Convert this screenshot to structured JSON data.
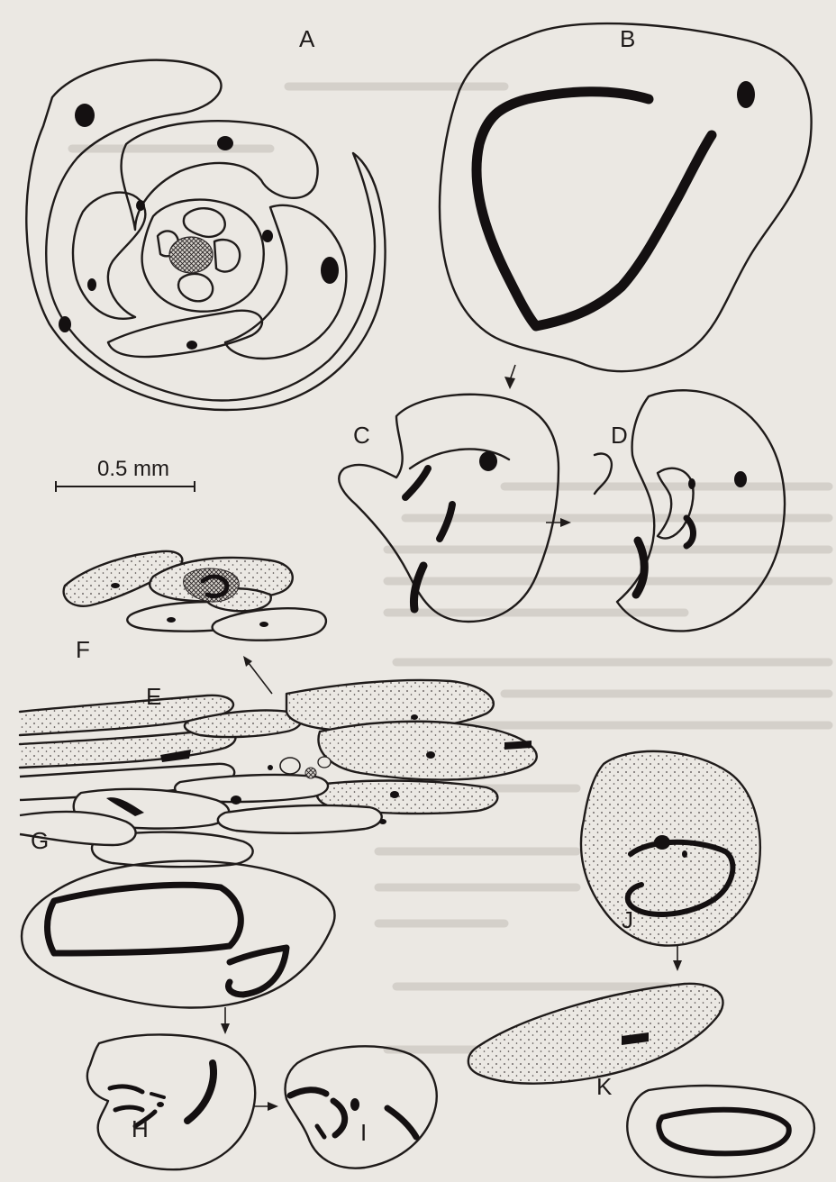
{
  "labels": {
    "A": "A",
    "B": "B",
    "C": "C",
    "D": "D",
    "E": "E",
    "F": "F",
    "G": "G",
    "H": "H",
    "I": "I",
    "J": "J",
    "K": "K"
  },
  "scale_bar": {
    "text": "0.5 mm"
  }
}
